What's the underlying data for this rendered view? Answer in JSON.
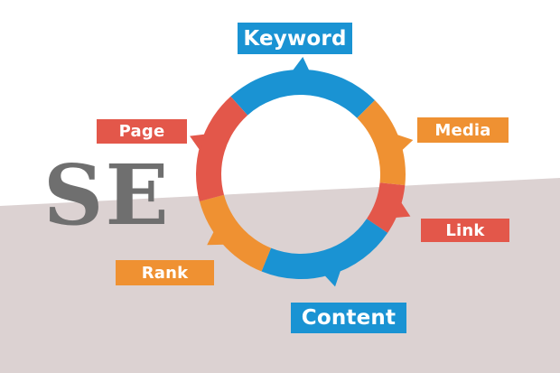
{
  "title_fragment": "SE",
  "labels": {
    "keyword": "Keyword",
    "page": "Page",
    "media": "Media",
    "link": "Link",
    "rank": "Rank",
    "content": "Content"
  },
  "colors": {
    "blue": "#1a93d3",
    "orange": "#ef9132",
    "red": "#e3574a",
    "gray_text": "#6f6f6f",
    "background_bottom": "#dcd2d2"
  }
}
